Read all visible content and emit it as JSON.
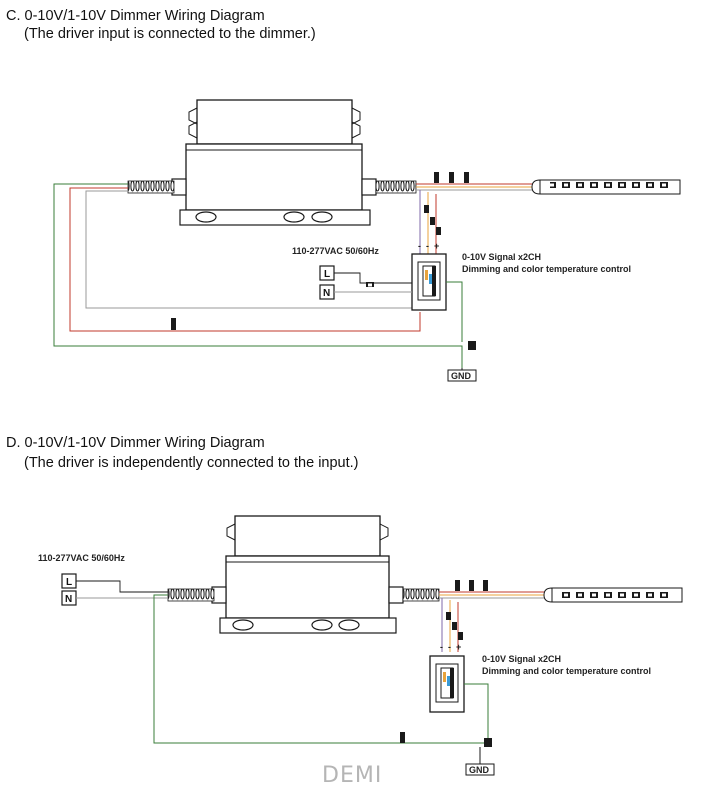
{
  "section_c": {
    "title": "C. 0-10V/1-10V Dimmer Wiring Diagram",
    "subtitle": "(The driver input is connected to the dimmer.)",
    "ac_label": "110-277VAC 50/60Hz",
    "signal_label": "0-10V Signal x2CH",
    "control_label": "Dimming and color temperature control",
    "line_label": "L",
    "neutral_label": "N",
    "ground_label": "GND",
    "minus1": "-",
    "minus2": "-",
    "plus": "+"
  },
  "section_d": {
    "title": "D. 0-10V/1-10V Dimmer Wiring Diagram",
    "subtitle": "(The driver is independently connected to the input.)",
    "ac_label": "110-277VAC 50/60Hz",
    "signal_label": "0-10V Signal x2CH",
    "control_label": "Dimming and color temperature control",
    "line_label": "L",
    "neutral_label": "N",
    "ground_label": "GND",
    "minus1": "-",
    "minus2": "-",
    "plus": "+"
  },
  "watermark": "DEMI",
  "colors": {
    "ground_wire": "#3a7d3a",
    "live_wire": "#c0392b",
    "neutral_wire": "#9a9a9a",
    "dim_plus": "#e8a33c",
    "dim_minus": "#7f6aa8",
    "outline": "#1a1a1a"
  }
}
